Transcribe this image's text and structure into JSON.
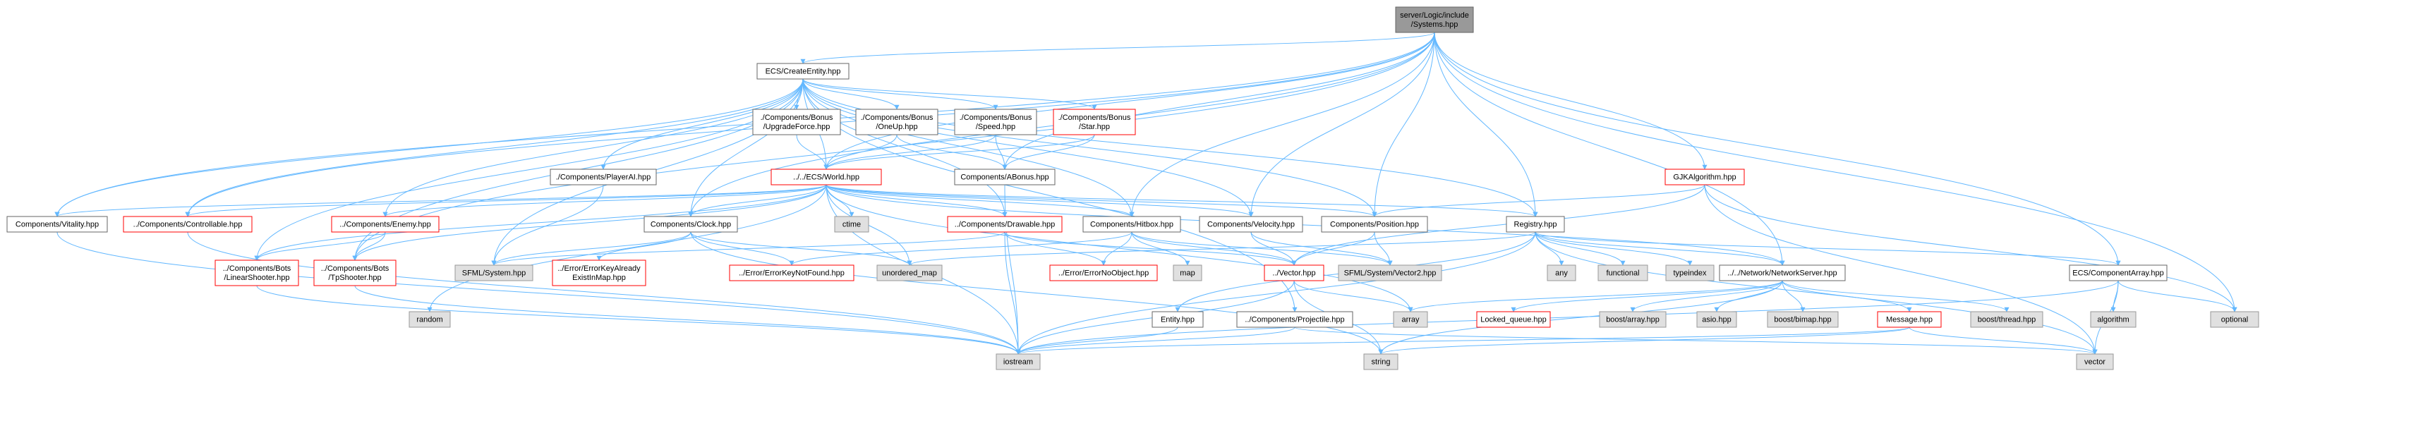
{
  "colors": {
    "root_fill": "#999999",
    "root_stroke": "#666666",
    "node_fill": "#ffffff",
    "node_stroke": "#666666",
    "missing_stroke": "#ff0000",
    "sys_fill": "#e0e0e0",
    "sys_stroke": "#999999",
    "edge": "#63b8ff"
  },
  "nodes": [
    {
      "id": "root",
      "lines": [
        "server/Logic/include",
        "/Systems.hpp"
      ],
      "kind": "root"
    },
    {
      "id": "createEntity",
      "lines": [
        "ECS/CreateEntity.hpp"
      ],
      "kind": "node"
    },
    {
      "id": "upgradeForce",
      "lines": [
        "./Components/Bonus",
        "/UpgradeForce.hpp"
      ],
      "kind": "node"
    },
    {
      "id": "oneUp",
      "lines": [
        "./Components/Bonus",
        "/OneUp.hpp"
      ],
      "kind": "node"
    },
    {
      "id": "speed",
      "lines": [
        "./Components/Bonus",
        "/Speed.hpp"
      ],
      "kind": "node"
    },
    {
      "id": "star",
      "lines": [
        "./Components/Bonus",
        "/Star.hpp"
      ],
      "kind": "missing"
    },
    {
      "id": "gjk",
      "lines": [
        "GJKAlgorithm.hpp"
      ],
      "kind": "missing"
    },
    {
      "id": "playerAI",
      "lines": [
        "./Components/PlayerAI.hpp"
      ],
      "kind": "node"
    },
    {
      "id": "world",
      "lines": [
        "../../ECS/World.hpp"
      ],
      "kind": "missing"
    },
    {
      "id": "abonus",
      "lines": [
        "Components/ABonus.hpp"
      ],
      "kind": "node"
    },
    {
      "id": "vitality",
      "lines": [
        "Components/Vitality.hpp"
      ],
      "kind": "node"
    },
    {
      "id": "controllable",
      "lines": [
        "../Components/Controllable.hpp"
      ],
      "kind": "missing"
    },
    {
      "id": "enemy",
      "lines": [
        "../Components/Enemy.hpp"
      ],
      "kind": "missing"
    },
    {
      "id": "clock",
      "lines": [
        "Components/Clock.hpp"
      ],
      "kind": "node"
    },
    {
      "id": "ctime",
      "lines": [
        "ctime"
      ],
      "kind": "sys"
    },
    {
      "id": "drawable",
      "lines": [
        "../Components/Drawable.hpp"
      ],
      "kind": "missing"
    },
    {
      "id": "hitbox",
      "lines": [
        "Components/Hitbox.hpp"
      ],
      "kind": "node"
    },
    {
      "id": "velocity",
      "lines": [
        "Components/Velocity.hpp"
      ],
      "kind": "node"
    },
    {
      "id": "position",
      "lines": [
        "Components/Position.hpp"
      ],
      "kind": "node"
    },
    {
      "id": "registry",
      "lines": [
        "Registry.hpp"
      ],
      "kind": "node"
    },
    {
      "id": "linearShooter",
      "lines": [
        "../Components/Bots",
        "/LinearShooter.hpp"
      ],
      "kind": "missing"
    },
    {
      "id": "tpShooter",
      "lines": [
        "../Components/Bots",
        "/TpShooter.hpp"
      ],
      "kind": "missing"
    },
    {
      "id": "sfmlSystem",
      "lines": [
        "SFML/System.hpp"
      ],
      "kind": "sys"
    },
    {
      "id": "errKeyExist",
      "lines": [
        "../Error/ErrorKeyAlready",
        "ExistInMap.hpp"
      ],
      "kind": "missing"
    },
    {
      "id": "errKeyNotFound",
      "lines": [
        "../Error/ErrorKeyNotFound.hpp"
      ],
      "kind": "missing"
    },
    {
      "id": "unorderedMap",
      "lines": [
        "unordered_map"
      ],
      "kind": "sys"
    },
    {
      "id": "errNoObject",
      "lines": [
        "../Error/ErrorNoObject.hpp"
      ],
      "kind": "missing"
    },
    {
      "id": "map",
      "lines": [
        "map"
      ],
      "kind": "sys"
    },
    {
      "id": "vectorHpp",
      "lines": [
        "../Vector.hpp"
      ],
      "kind": "missing"
    },
    {
      "id": "sfmlVector2",
      "lines": [
        "SFML/System/Vector2.hpp"
      ],
      "kind": "sys"
    },
    {
      "id": "any",
      "lines": [
        "any"
      ],
      "kind": "sys"
    },
    {
      "id": "functional",
      "lines": [
        "functional"
      ],
      "kind": "sys"
    },
    {
      "id": "typeindex",
      "lines": [
        "typeindex"
      ],
      "kind": "sys"
    },
    {
      "id": "networkServer",
      "lines": [
        "../../Network/NetworkServer.hpp"
      ],
      "kind": "node"
    },
    {
      "id": "componentArray",
      "lines": [
        "ECS/ComponentArray.hpp"
      ],
      "kind": "node"
    },
    {
      "id": "random",
      "lines": [
        "random"
      ],
      "kind": "sys"
    },
    {
      "id": "entity",
      "lines": [
        "Entity.hpp"
      ],
      "kind": "node"
    },
    {
      "id": "projectile",
      "lines": [
        "../Components/Projectile.hpp"
      ],
      "kind": "node"
    },
    {
      "id": "array",
      "lines": [
        "array"
      ],
      "kind": "sys"
    },
    {
      "id": "lockedQueue",
      "lines": [
        "Locked_queue.hpp"
      ],
      "kind": "missing"
    },
    {
      "id": "boostArray",
      "lines": [
        "boost/array.hpp"
      ],
      "kind": "sys"
    },
    {
      "id": "asio",
      "lines": [
        "asio.hpp"
      ],
      "kind": "sys"
    },
    {
      "id": "boostBimap",
      "lines": [
        "boost/bimap.hpp"
      ],
      "kind": "sys"
    },
    {
      "id": "boostThread",
      "lines": [
        "boost/thread.hpp"
      ],
      "kind": "sys"
    },
    {
      "id": "message",
      "lines": [
        "Message.hpp"
      ],
      "kind": "missing"
    },
    {
      "id": "algorithm",
      "lines": [
        "algorithm"
      ],
      "kind": "sys"
    },
    {
      "id": "optional",
      "lines": [
        "optional"
      ],
      "kind": "sys"
    },
    {
      "id": "iostream",
      "lines": [
        "iostream"
      ],
      "kind": "sys"
    },
    {
      "id": "string",
      "lines": [
        "string"
      ],
      "kind": "sys"
    },
    {
      "id": "vector",
      "lines": [
        "vector"
      ],
      "kind": "sys"
    }
  ],
  "edges": [
    [
      "root",
      "createEntity"
    ],
    [
      "root",
      "world"
    ],
    [
      "root",
      "abonus"
    ],
    [
      "root",
      "vitality"
    ],
    [
      "root",
      "controllable"
    ],
    [
      "root",
      "clock"
    ],
    [
      "root",
      "hitbox"
    ],
    [
      "root",
      "velocity"
    ],
    [
      "root",
      "position"
    ],
    [
      "root",
      "registry"
    ],
    [
      "root",
      "gjk"
    ],
    [
      "root",
      "networkServer"
    ],
    [
      "root",
      "componentArray"
    ],
    [
      "root",
      "optional"
    ],
    [
      "root",
      "tpShooter"
    ],
    [
      "createEntity",
      "upgradeForce"
    ],
    [
      "createEntity",
      "oneUp"
    ],
    [
      "createEntity",
      "speed"
    ],
    [
      "createEntity",
      "star"
    ],
    [
      "createEntity",
      "playerAI"
    ],
    [
      "createEntity",
      "world"
    ],
    [
      "createEntity",
      "vitality"
    ],
    [
      "createEntity",
      "controllable"
    ],
    [
      "createEntity",
      "enemy"
    ],
    [
      "createEntity",
      "clock"
    ],
    [
      "createEntity",
      "drawable"
    ],
    [
      "createEntity",
      "hitbox"
    ],
    [
      "createEntity",
      "velocity"
    ],
    [
      "createEntity",
      "position"
    ],
    [
      "createEntity",
      "registry"
    ],
    [
      "createEntity",
      "linearShooter"
    ],
    [
      "createEntity",
      "tpShooter"
    ],
    [
      "createEntity",
      "sfmlSystem"
    ],
    [
      "createEntity",
      "projectile"
    ],
    [
      "upgradeForce",
      "world"
    ],
    [
      "oneUp",
      "world"
    ],
    [
      "oneUp",
      "abonus"
    ],
    [
      "speed",
      "world"
    ],
    [
      "speed",
      "abonus"
    ],
    [
      "star",
      "world"
    ],
    [
      "star",
      "abonus"
    ],
    [
      "playerAI",
      "sfmlSystem"
    ],
    [
      "gjk",
      "vectorHpp"
    ],
    [
      "gjk",
      "optional"
    ],
    [
      "gjk",
      "vector"
    ],
    [
      "gjk",
      "position"
    ],
    [
      "world",
      "vitality"
    ],
    [
      "world",
      "controllable"
    ],
    [
      "world",
      "enemy"
    ],
    [
      "world",
      "clock"
    ],
    [
      "world",
      "ctime"
    ],
    [
      "world",
      "drawable"
    ],
    [
      "world",
      "hitbox"
    ],
    [
      "world",
      "velocity"
    ],
    [
      "world",
      "position"
    ],
    [
      "world",
      "registry"
    ],
    [
      "world",
      "linearShooter"
    ],
    [
      "world",
      "tpShooter"
    ],
    [
      "world",
      "networkServer"
    ],
    [
      "world",
      "iostream"
    ],
    [
      "world",
      "unorderedMap"
    ],
    [
      "world",
      "random"
    ],
    [
      "world",
      "array"
    ],
    [
      "abonus",
      "iostream"
    ],
    [
      "vitality",
      "iostream"
    ],
    [
      "controllable",
      "iostream"
    ],
    [
      "enemy",
      "linearShooter"
    ],
    [
      "enemy",
      "tpShooter"
    ],
    [
      "clock",
      "sfmlSystem"
    ],
    [
      "clock",
      "errKeyExist"
    ],
    [
      "clock",
      "errKeyNotFound"
    ],
    [
      "clock",
      "unorderedMap"
    ],
    [
      "clock",
      "string"
    ],
    [
      "drawable",
      "sfmlSystem"
    ],
    [
      "drawable",
      "errNoObject"
    ],
    [
      "drawable",
      "vectorHpp"
    ],
    [
      "drawable",
      "iostream"
    ],
    [
      "hitbox",
      "errNoObject"
    ],
    [
      "hitbox",
      "map"
    ],
    [
      "hitbox",
      "vectorHpp"
    ],
    [
      "hitbox",
      "sfmlVector2"
    ],
    [
      "hitbox",
      "errKeyNotFound"
    ],
    [
      "velocity",
      "vectorHpp"
    ],
    [
      "velocity",
      "sfmlVector2"
    ],
    [
      "position",
      "vectorHpp"
    ],
    [
      "position",
      "sfmlVector2"
    ],
    [
      "registry",
      "any"
    ],
    [
      "registry",
      "functional"
    ],
    [
      "registry",
      "typeindex"
    ],
    [
      "registry",
      "unorderedMap"
    ],
    [
      "registry",
      "componentArray"
    ],
    [
      "registry",
      "entity"
    ],
    [
      "registry",
      "iostream"
    ],
    [
      "registry",
      "networkServer"
    ],
    [
      "registry",
      "vector"
    ],
    [
      "tpShooter",
      "iostream"
    ],
    [
      "linearShooter",
      "iostream"
    ],
    [
      "vectorHpp",
      "iostream"
    ],
    [
      "vectorHpp",
      "array"
    ],
    [
      "vectorHpp",
      "string"
    ],
    [
      "networkServer",
      "lockedQueue"
    ],
    [
      "networkServer",
      "boostArray"
    ],
    [
      "networkServer",
      "asio"
    ],
    [
      "networkServer",
      "boostBimap"
    ],
    [
      "networkServer",
      "boostThread"
    ],
    [
      "networkServer",
      "message"
    ],
    [
      "networkServer",
      "array"
    ],
    [
      "networkServer",
      "string"
    ],
    [
      "componentArray",
      "algorithm"
    ],
    [
      "componentArray",
      "optional"
    ],
    [
      "componentArray",
      "vector"
    ],
    [
      "componentArray",
      "iostream"
    ],
    [
      "entity",
      "iostream"
    ],
    [
      "projectile",
      "iostream"
    ],
    [
      "projectile",
      "vector"
    ],
    [
      "message",
      "iostream"
    ],
    [
      "message",
      "string"
    ],
    [
      "message",
      "vector"
    ]
  ]
}
